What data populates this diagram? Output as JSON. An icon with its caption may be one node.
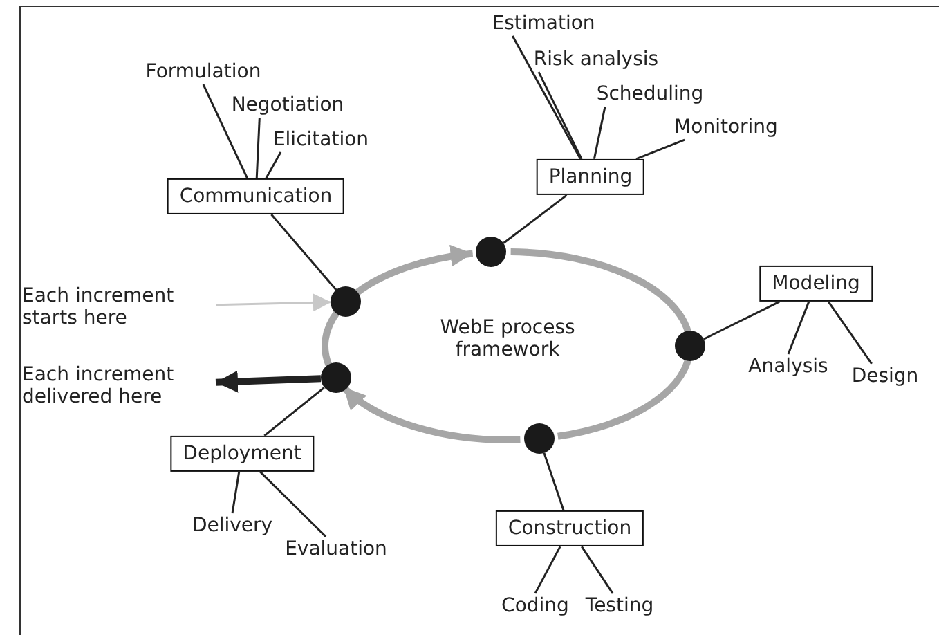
{
  "diagram": {
    "nodes": [
      {
        "text": [
          "Formulation"
        ]
      },
      {
        "text": [
          "Negotiation"
        ]
      },
      {
        "text": [
          "Elicitation"
        ]
      },
      {
        "text": [
          "Communication"
        ]
      },
      {
        "text": [
          "Estimation"
        ]
      },
      {
        "text": [
          "Risk analysis"
        ]
      },
      {
        "text": [
          "Scheduling"
        ]
      },
      {
        "text": [
          "Monitoring"
        ]
      },
      {
        "text": [
          "Planning"
        ]
      },
      {
        "text": [
          "Modeling"
        ]
      },
      {
        "text": [
          "Analysis"
        ]
      },
      {
        "text": [
          "Design"
        ]
      },
      {
        "text": [
          "Deployment"
        ]
      },
      {
        "text": [
          "Delivery"
        ]
      },
      {
        "text": [
          "Evaluation"
        ]
      },
      {
        "text": [
          "Construction"
        ]
      },
      {
        "text": [
          "Coding"
        ]
      },
      {
        "text": [
          "Testing"
        ]
      },
      {
        "text": [
          "Each increment starts here"
        ]
      },
      {
        "text": [
          "Each increment delivered here"
        ]
      },
      {
        "text": [],
        "shape": "circle"
      },
      {
        "text": [],
        "shape": "circle"
      },
      {
        "text": [],
        "shape": "circle"
      },
      {
        "text": [],
        "shape": "circle"
      },
      {
        "text": [],
        "shape": "circle"
      }
    ],
    "edges": [
      {
        "from": 0,
        "to": 3,
        "arrow": "none"
      },
      {
        "from": 1,
        "to": 3,
        "arrow": "none"
      },
      {
        "from": 2,
        "to": 3,
        "arrow": "none"
      },
      {
        "from": 4,
        "to": 8,
        "arrow": "none"
      },
      {
        "from": 5,
        "to": 8,
        "arrow": "none"
      },
      {
        "from": 6,
        "to": 8,
        "arrow": "none"
      },
      {
        "from": 7,
        "to": 8,
        "arrow": "none"
      },
      {
        "from": 9,
        "to": 10,
        "arrow": "none"
      },
      {
        "from": 9,
        "to": 11,
        "arrow": "none"
      },
      {
        "from": 12,
        "to": 13,
        "arrow": "none"
      },
      {
        "from": 12,
        "to": 14,
        "arrow": "none"
      },
      {
        "from": 15,
        "to": 16,
        "arrow": "none"
      },
      {
        "from": 15,
        "to": 17,
        "arrow": "none"
      },
      {
        "from": 3,
        "to": 20,
        "arrow": "none"
      },
      {
        "from": 8,
        "to": 21,
        "arrow": "none"
      },
      {
        "from": 9,
        "to": 22,
        "arrow": "none"
      },
      {
        "from": 15,
        "to": 23,
        "arrow": "none"
      },
      {
        "from": 12,
        "to": 24,
        "arrow": "none"
      },
      {
        "from": 20,
        "to": 21,
        "arrow": "to",
        "style": "thick",
        "color": "#a6a6a6"
      },
      {
        "from": 21,
        "to": 22,
        "arrow": "none",
        "style": "thick",
        "color": "#a6a6a6"
      },
      {
        "from": 22,
        "to": 23,
        "arrow": "none",
        "style": "thick",
        "color": "#a6a6a6"
      },
      {
        "from": 23,
        "to": 24,
        "arrow": "to",
        "style": "thick",
        "color": "#a6a6a6"
      },
      {
        "from": 24,
        "to": 20,
        "arrow": "none",
        "style": "thick",
        "color": "#a6a6a6"
      },
      {
        "from": 18,
        "to": 20,
        "arrow": "to",
        "color": "#c8c8c8"
      },
      {
        "from": 24,
        "to": 19,
        "arrow": "to",
        "style": "thick"
      }
    ],
    "labels": [
      "WebE process framework"
    ]
  }
}
